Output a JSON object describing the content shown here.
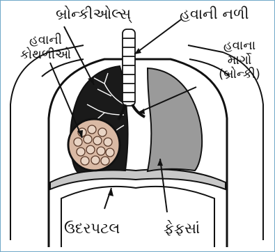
{
  "labels": {
    "bronchioles": "બ્રોન્કીઓલ્સ્",
    "trachea": "હવાની નળી",
    "alveoli_line1": "હવાની",
    "alveoli_line2": "કોથળીઓ",
    "bronchi_line1": "હવાના",
    "bronchi_line2": "માર્ગો",
    "bronchi_line3": "(બ્રોન્કી)",
    "diaphragm": "ઉદરપટલ",
    "lungs": "ફેફસાં"
  },
  "colors": {
    "frame": "#6fa8c8",
    "right_lung_fill": "#9a9a9a",
    "left_lung_fill": "#1a1a1a",
    "alveoli_fill": "#d9b9a4",
    "diaphragm_fill": "#c8c8c8"
  }
}
